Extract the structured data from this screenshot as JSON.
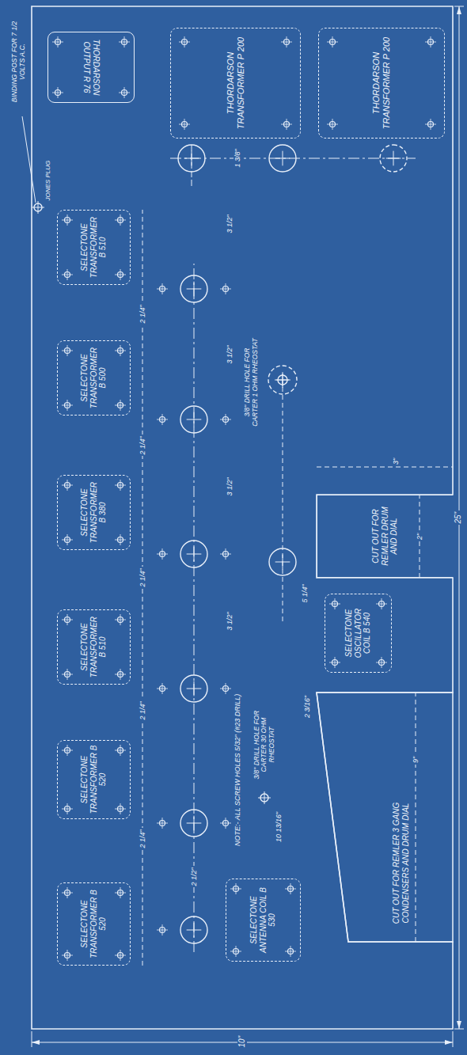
{
  "diagram": {
    "nodes": [
      {
        "text": [
          "SELECTONE TRANSFORMER B 520"
        ]
      },
      {
        "text": [
          "SELECTONE TRANSFORMER B 520"
        ]
      },
      {
        "text": [
          "SELECTONE TRANSFORMER B 510"
        ]
      },
      {
        "text": [
          "SELECTONE TRANSFORMER B 380"
        ]
      },
      {
        "text": [
          "SELECTONE TRANSFORMER B 500"
        ]
      },
      {
        "text": [
          "SELECTONE TRANSFORMER B 510"
        ]
      },
      {
        "text": [
          "THORDARSON OUTPUT R 76"
        ]
      },
      {
        "text": [
          "THORDARSON TRANSFORMER P 200"
        ]
      },
      {
        "text": [
          "THORDARSON TRANSFORMER P 200"
        ]
      },
      {
        "text": [
          "SELECTONE ANTENNA COIL B 530"
        ]
      },
      {
        "text": [
          "SELECTONE OSCILLATOR COIL B 540"
        ]
      },
      {
        "text": [
          "CUT OUT FOR REMLER DRUM AND DIAL"
        ]
      },
      {
        "text": [
          "CUT OUT FOR REMLER 3 GANG CONDENSERS AND DRUM DIAL"
        ]
      }
    ],
    "labels": [
      "BINDING POST FOR 7 1/2 VOLTS A.C.",
      "JONES PLUG",
      "NOTE:- ALL SCREW HOLES 5/32\" (#23 DRILL)",
      "3/8\" DRILL HOLE FOR CARTER 1 OHM RHEOSTAT",
      "3/8\" DRILL HOLE FOR CARTER 30 OHM RHEOSTAT",
      "25\"",
      "10\"",
      "2 1/4\"",
      "2 1/4\"",
      "2 1/4\"",
      "2 1/4\"",
      "2 1/4\"",
      "3 1/2\"",
      "3 1/2\"",
      "3 1/2\"",
      "3 1/2\"",
      "2 1/2\"",
      "5 1/4\"",
      "10 13/16\"",
      "3\"",
      "9\"",
      "2 3/16\"",
      "2\"",
      "1 3/8\""
    ]
  }
}
